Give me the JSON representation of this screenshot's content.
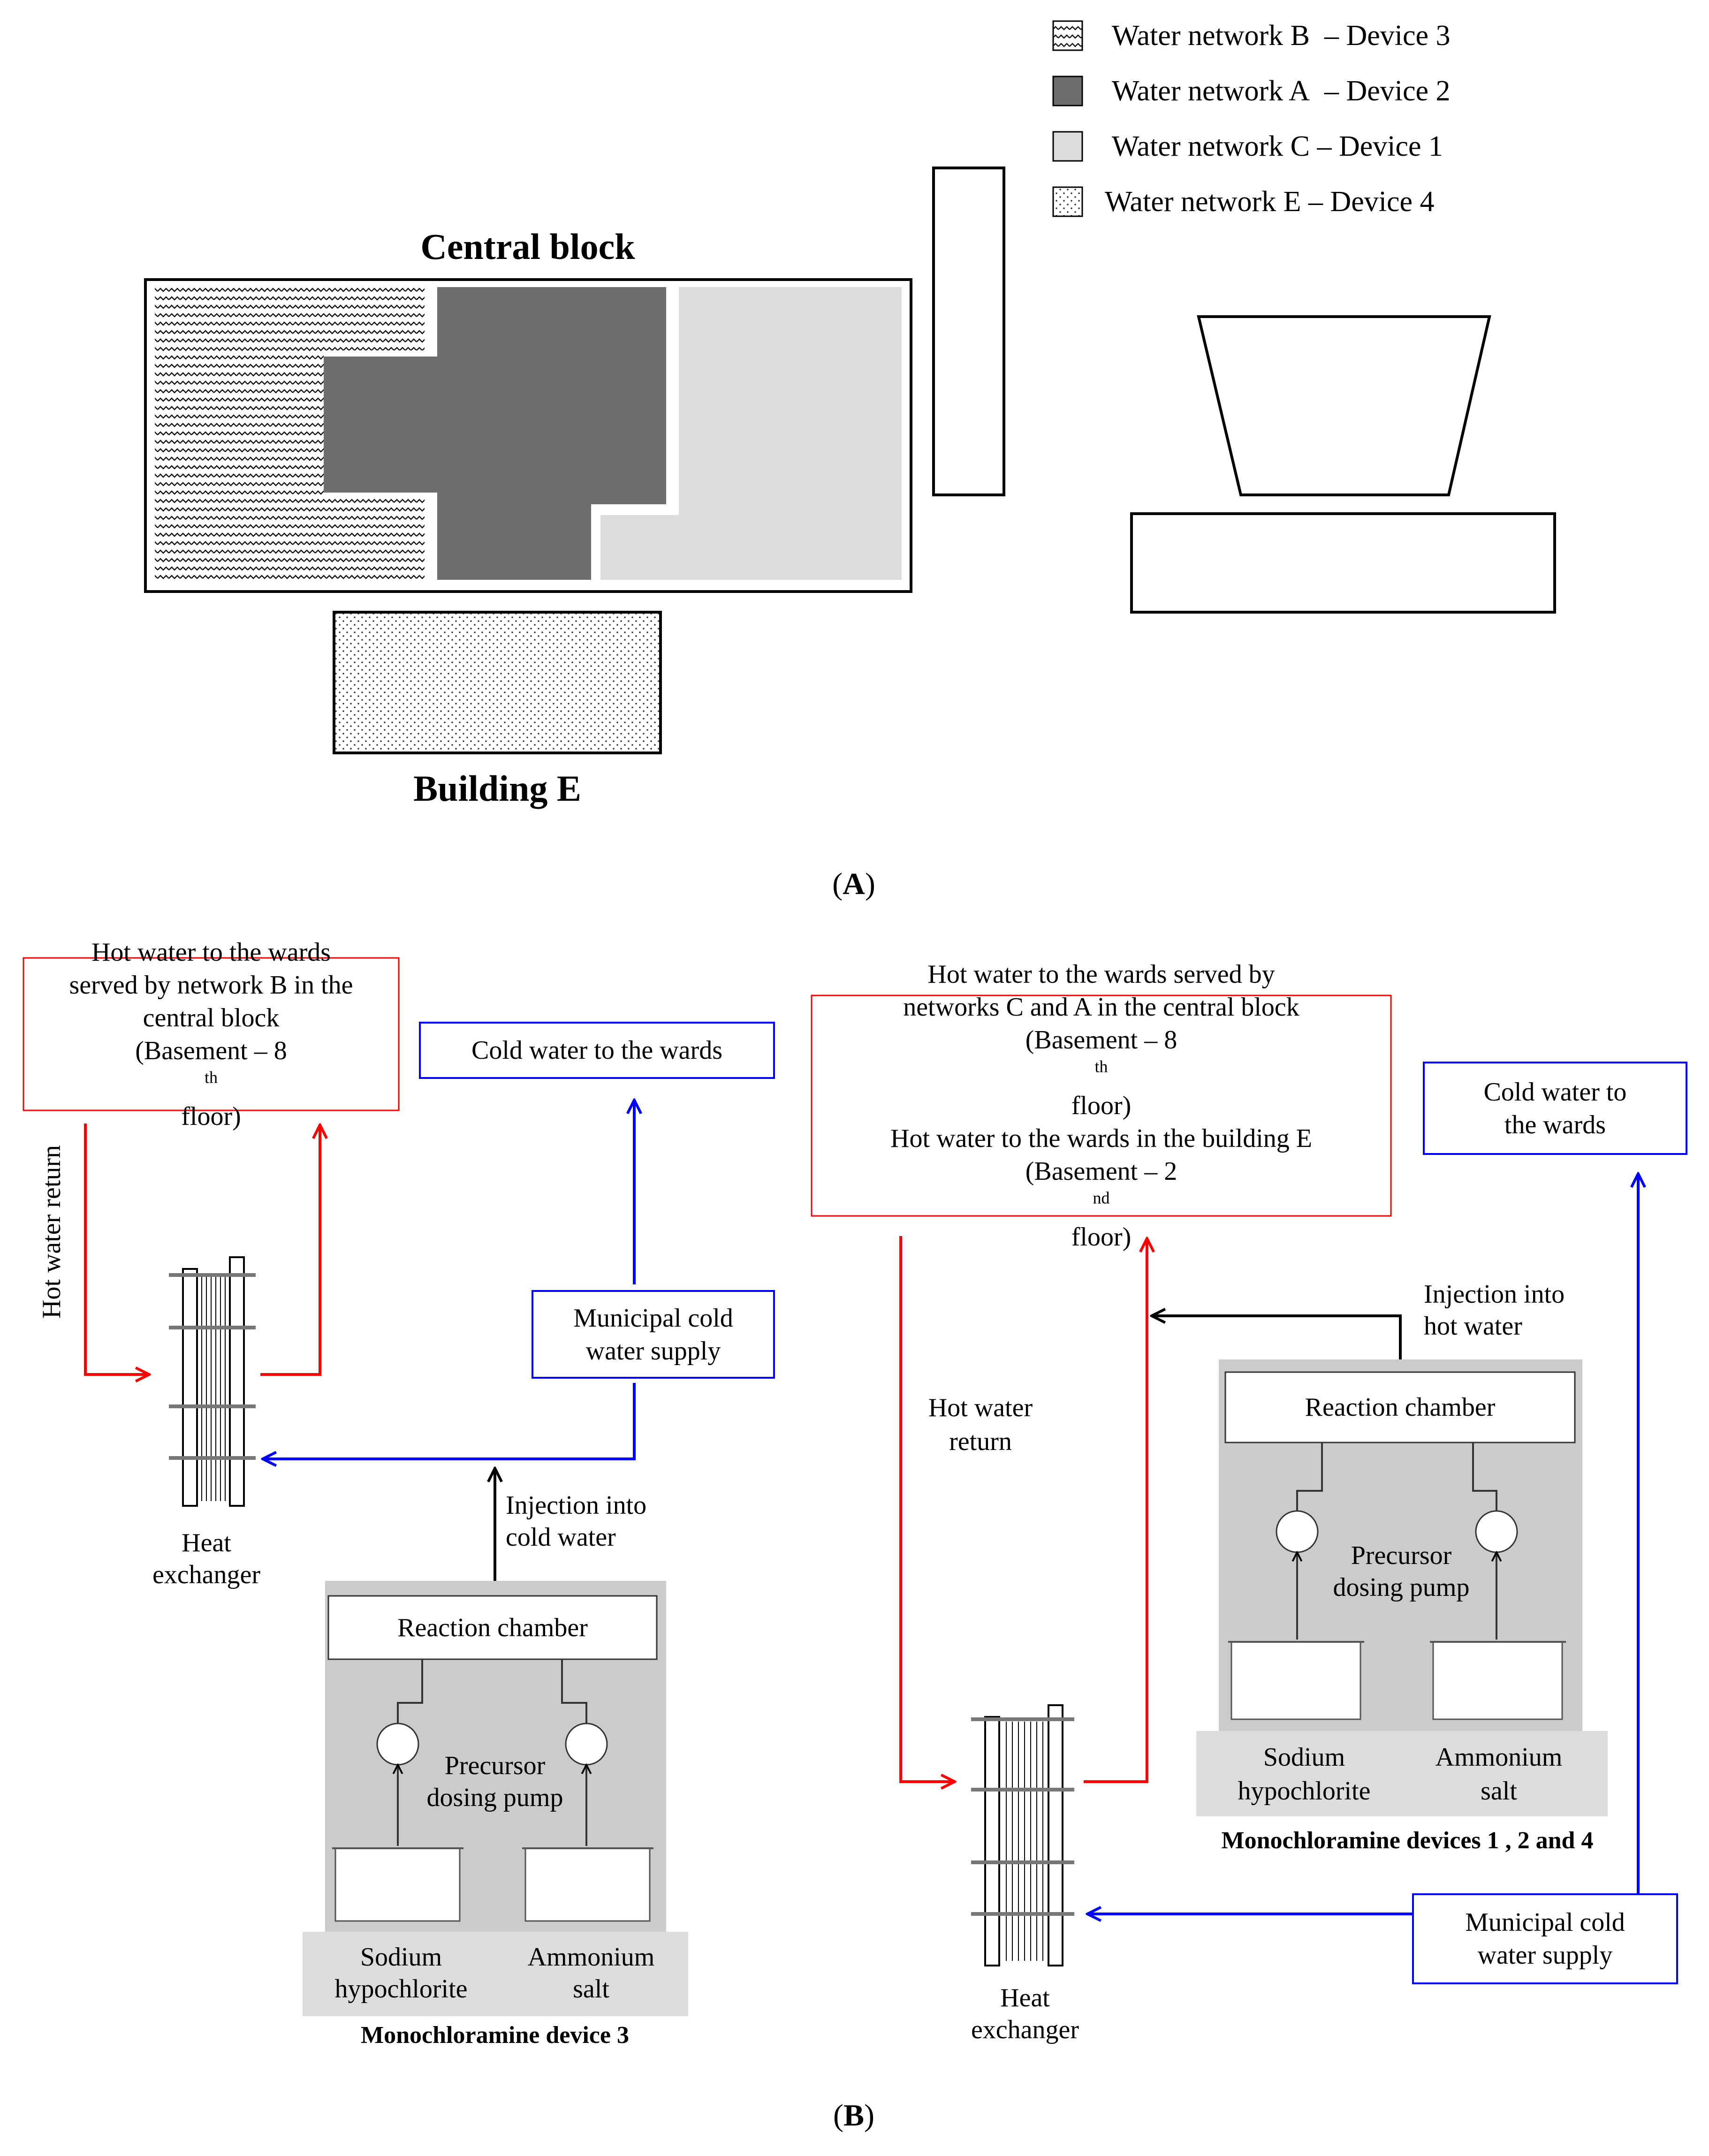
{
  "panel_a": {
    "legend": [
      {
        "label": "Water network B",
        "device": "– Device 3",
        "pattern": "zigzag"
      },
      {
        "label": "Water network A",
        "device": "– Device 2",
        "pattern": "dark"
      },
      {
        "label": "Water network  C",
        "device": "– Device  1",
        "pattern": "light"
      },
      {
        "label": "Water network  E",
        "device": "– Device 4",
        "pattern": "dots"
      }
    ],
    "central_block": "Central block",
    "building_e": "Building E",
    "caption_open": "(",
    "caption_letter": "A",
    "caption_close": ")"
  },
  "panel_b": {
    "left": {
      "hot_to_wards": {
        "line1": "Hot  water to the wards",
        "line2": "served by network B in the",
        "line3": "central block",
        "line4_pre": "(Basement – 8",
        "line4_sup": "th",
        "line4_post": " floor)"
      },
      "cold_to_wards": "Cold  water to the wards",
      "hot_water_return": "Hot  water return",
      "municipal": {
        "line1": "Municipal cold",
        "line2": "water supply"
      },
      "injection": {
        "line1": "Injection into",
        "line2": "cold water"
      },
      "heat_exchanger": {
        "line1": "Heat",
        "line2": "exchanger"
      },
      "reaction_chamber": "Reaction chamber",
      "pump": {
        "line1": "Precursor",
        "line2": "dosing pump"
      },
      "tank1": {
        "line1": "Sodium",
        "line2": "hypochlorite"
      },
      "tank2": {
        "line1": "Ammonium",
        "line2": "salt"
      },
      "device_title": "Monochloramine device 3"
    },
    "right": {
      "hot_to_wards": {
        "line1": "Hot  water to the wards  served by",
        "line2": "networks C and A in the central block",
        "line3_pre": "(Basement – 8",
        "line3_sup": "th",
        "line3_post": " floor)",
        "line4": "Hot  water to the wards  in the building  E",
        "line5_pre": "(Basement – 2",
        "line5_sup": "nd",
        "line5_post": " floor)"
      },
      "cold_to_wards": {
        "line1": "Cold  water to",
        "line2": "the wards"
      },
      "injection": {
        "line1": "Injection into",
        "line2": "hot water"
      },
      "hot_water_return": {
        "line1": "Hot water",
        "line2": "return"
      },
      "reaction_chamber": "Reaction chamber",
      "pump": {
        "line1": "Precursor",
        "line2": "dosing pump"
      },
      "tank1": {
        "line1": "Sodium",
        "line2": "hypochlorite"
      },
      "tank2": {
        "line1": "Ammonium",
        "line2": "salt"
      },
      "device_title": "Monochloramine devices 1 , 2 and 4",
      "heat_exchanger": {
        "line1": "Heat",
        "line2": "exchanger"
      },
      "municipal": {
        "line1": "Municipal cold",
        "line2": "water supply"
      }
    },
    "caption_open": "(",
    "caption_letter": "B",
    "caption_close": ")"
  },
  "colors": {
    "hot": "#ff0000",
    "cold": "#0000ff",
    "dark_gray": "#6e6e6e",
    "light_gray": "#dcdcdc",
    "device_gray": "#cbcbcb"
  }
}
